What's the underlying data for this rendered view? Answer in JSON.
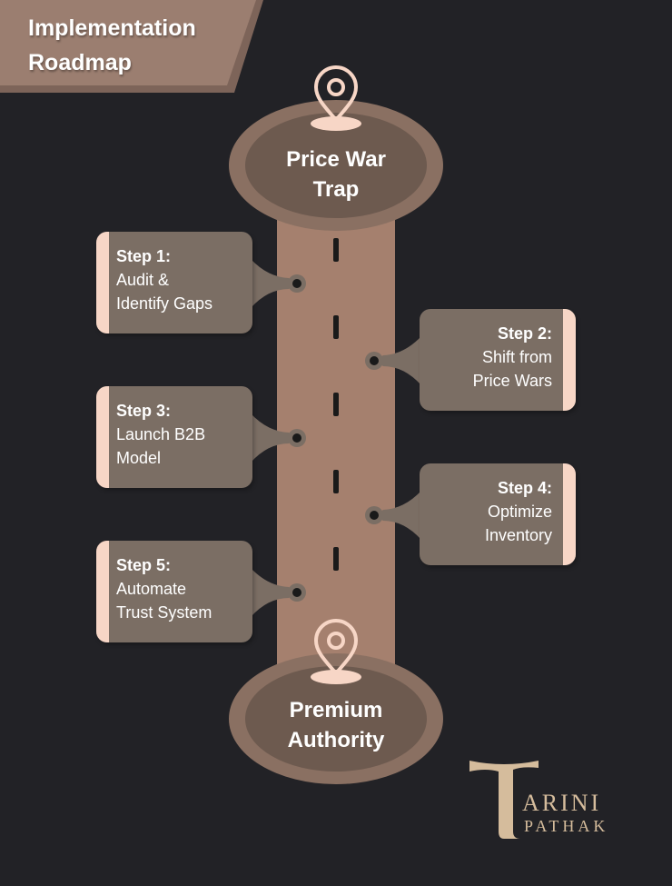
{
  "title": {
    "line1": "Implementation",
    "line2": "Roadmap"
  },
  "start_node": {
    "line1": "Price War",
    "line2": "Trap"
  },
  "end_node": {
    "line1": "Premium",
    "line2": "Authority"
  },
  "steps": [
    {
      "title": "Step 1:",
      "line1": "Audit &",
      "line2": "Identify Gaps"
    },
    {
      "title": "Step 2:",
      "line1": "Shift from",
      "line2": "Price Wars"
    },
    {
      "title": "Step 3:",
      "line1": "Launch B2B",
      "line2": "Model"
    },
    {
      "title": "Step 4:",
      "line1": "Optimize",
      "line2": "Inventory"
    },
    {
      "title": "Step 5:",
      "line1": "Automate",
      "line2": "Trust System"
    }
  ],
  "logo": {
    "letter": "T",
    "line1": "ARINI",
    "line2": "PATHAK"
  },
  "colors": {
    "background": "#222226",
    "banner": "#9b7e70",
    "road": "#a5806e",
    "node_outer": "#8a7062",
    "node_inner": "#6d5a4f",
    "card": "#7b6e64",
    "accent": "#f7d6c6",
    "logo": "#d5bc9c"
  }
}
